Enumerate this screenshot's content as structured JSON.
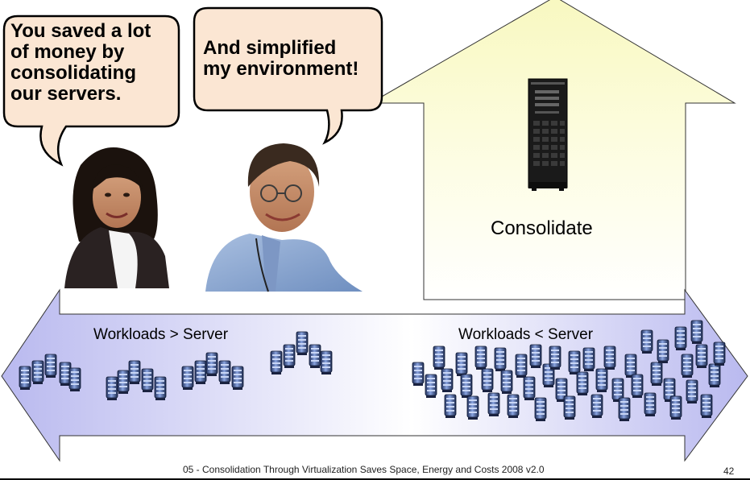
{
  "bubbles": {
    "left": "You saved a lot\nof money by\nconsolidating\nour servers.",
    "right": "And simplified\nmy environment!"
  },
  "consolidate_label": "Consolidate",
  "arrow_labels": {
    "left": "Workloads > Server",
    "right": "Workloads < Server"
  },
  "footer": {
    "text": "05 - Consolidation Through Virtualization Saves Space, Energy and Costs 2008 v2.0",
    "page_number": "42"
  },
  "colors": {
    "up_arrow_top": "#fafac8",
    "up_arrow_bottom": "#ffffff",
    "bubble_fill": "#fbe6d3",
    "double_arrow_dark": "#b9b9ef",
    "double_arrow_light": "#ffffff",
    "server_blue": "#4a66b0"
  },
  "people": [
    "woman-photo",
    "man-photo"
  ]
}
